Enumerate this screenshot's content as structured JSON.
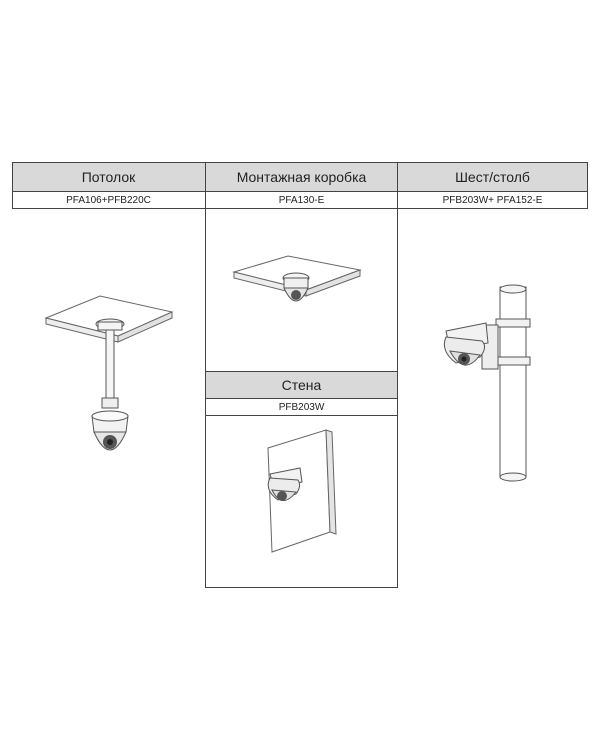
{
  "columns": [
    {
      "title": "Потолок",
      "model": "PFA106+PFB220C"
    },
    {
      "title": "Монтажная коробка",
      "model": "PFA130-E"
    },
    {
      "title": "Шест/столб",
      "model": "PFB203W+ PFA152-E"
    }
  ],
  "wall": {
    "title": "Стена",
    "model": "PFB203W"
  }
}
